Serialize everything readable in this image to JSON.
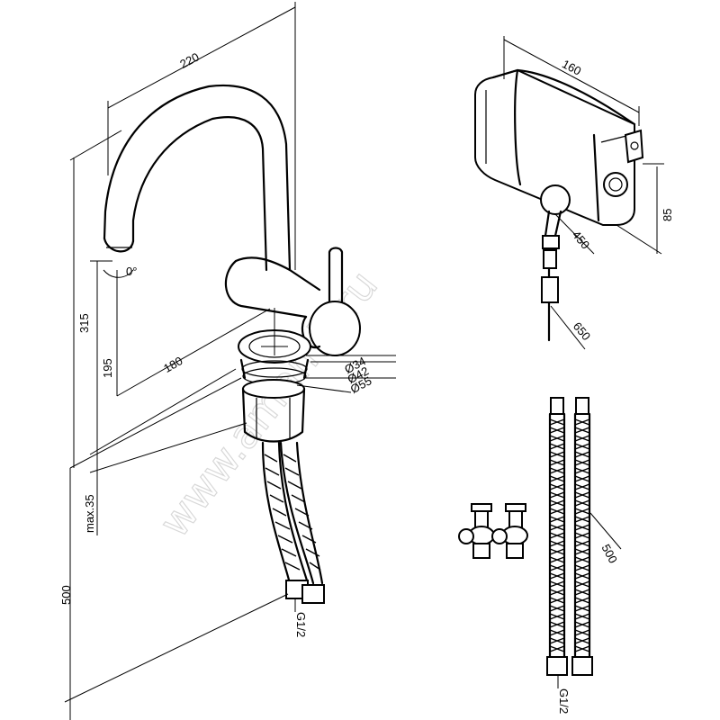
{
  "watermark": "www.amamir.ru",
  "faucet": {
    "dims": {
      "width_220": "220",
      "height_315": "315",
      "reach_180": "180",
      "height_195": "195",
      "max35": "max.35",
      "hose_500": "500",
      "swivel_angle": "0°",
      "d34": "Ø34",
      "d42": "Ø42",
      "d55": "Ø55",
      "thread": "G1/2"
    }
  },
  "control_box": {
    "dims": {
      "width_160": "160",
      "height_85": "85",
      "cable_450": "450",
      "cable_650": "650"
    }
  },
  "hoses": {
    "dims": {
      "length_500": "500",
      "thread": "G1/2"
    }
  }
}
